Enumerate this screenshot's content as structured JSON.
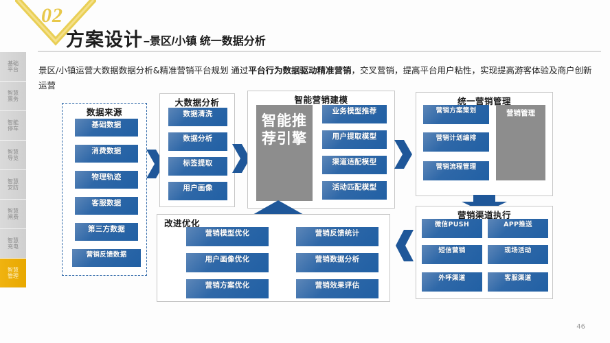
{
  "header": {
    "badge_number": "02",
    "title_main": "方案设计",
    "title_sub": "–景区/小镇 统一数据分析"
  },
  "sidebar": {
    "items": [
      {
        "line1": "基础",
        "line2": "平台",
        "active": false
      },
      {
        "line1": "智慧",
        "line2": "票务",
        "active": false
      },
      {
        "line1": "智能",
        "line2": "停车",
        "active": false
      },
      {
        "line1": "智慧",
        "line2": "导览",
        "active": false
      },
      {
        "line1": "智慧",
        "line2": "安防",
        "active": false
      },
      {
        "line1": "智慧",
        "line2": "闸费",
        "active": false
      },
      {
        "line1": "智慧",
        "line2": "充电",
        "active": false
      },
      {
        "line1": "智慧",
        "line2": "管理",
        "active": true
      }
    ]
  },
  "intro": {
    "part1": "景区/小镇运营大数据数据分析&精准营销平台规划 通过",
    "bold": "平台行为数据驱动精准营销",
    "part2": "，交叉营销，提高平台用户粘性，实现提高游客体验及商户创新运营"
  },
  "panels": {
    "data_source": {
      "title": "数据来源",
      "items": [
        "基础数据",
        "消费数据",
        "物理轨迹",
        "客服数据",
        "第三方数据",
        "营销反馈数据"
      ]
    },
    "big_data": {
      "title": "大数据分析",
      "items": [
        "数据清洗",
        "数据分析",
        "标签提取",
        "用户画像"
      ]
    },
    "smart_marketing": {
      "title": "智能营销建模",
      "engine": "智能推荐引擎",
      "items": [
        "业务模型推荐",
        "用户提取模型",
        "渠道适配模型",
        "活动匹配模型"
      ]
    },
    "unified_marketing": {
      "title": "统一营销管理",
      "gray": "营销管理",
      "items": [
        "营销方案策划",
        "营销计划编排",
        "营销流程管理"
      ]
    },
    "channel_exec": {
      "title": "营销渠道执行",
      "items_left": [
        "微信PUSH",
        "短信营销",
        "外呼渠道"
      ],
      "items_right": [
        "APP推送",
        "现场活动",
        "客服渠道"
      ]
    },
    "improve": {
      "title": "改进优化",
      "items_left": [
        "营销模型优化",
        "用户画像优化",
        "营销方案优化"
      ],
      "items_right": [
        "营销反馈统计",
        "营销数据分析",
        "营销效果评估"
      ]
    }
  },
  "footer": {
    "page_number": "46"
  },
  "colors": {
    "accent_blue": "#2160a4",
    "arrow_blue": "#1f5799",
    "gray_box": "#8d8d8d",
    "badge_gold": "#e8c84a",
    "active_sidebar": "#f0b310"
  }
}
